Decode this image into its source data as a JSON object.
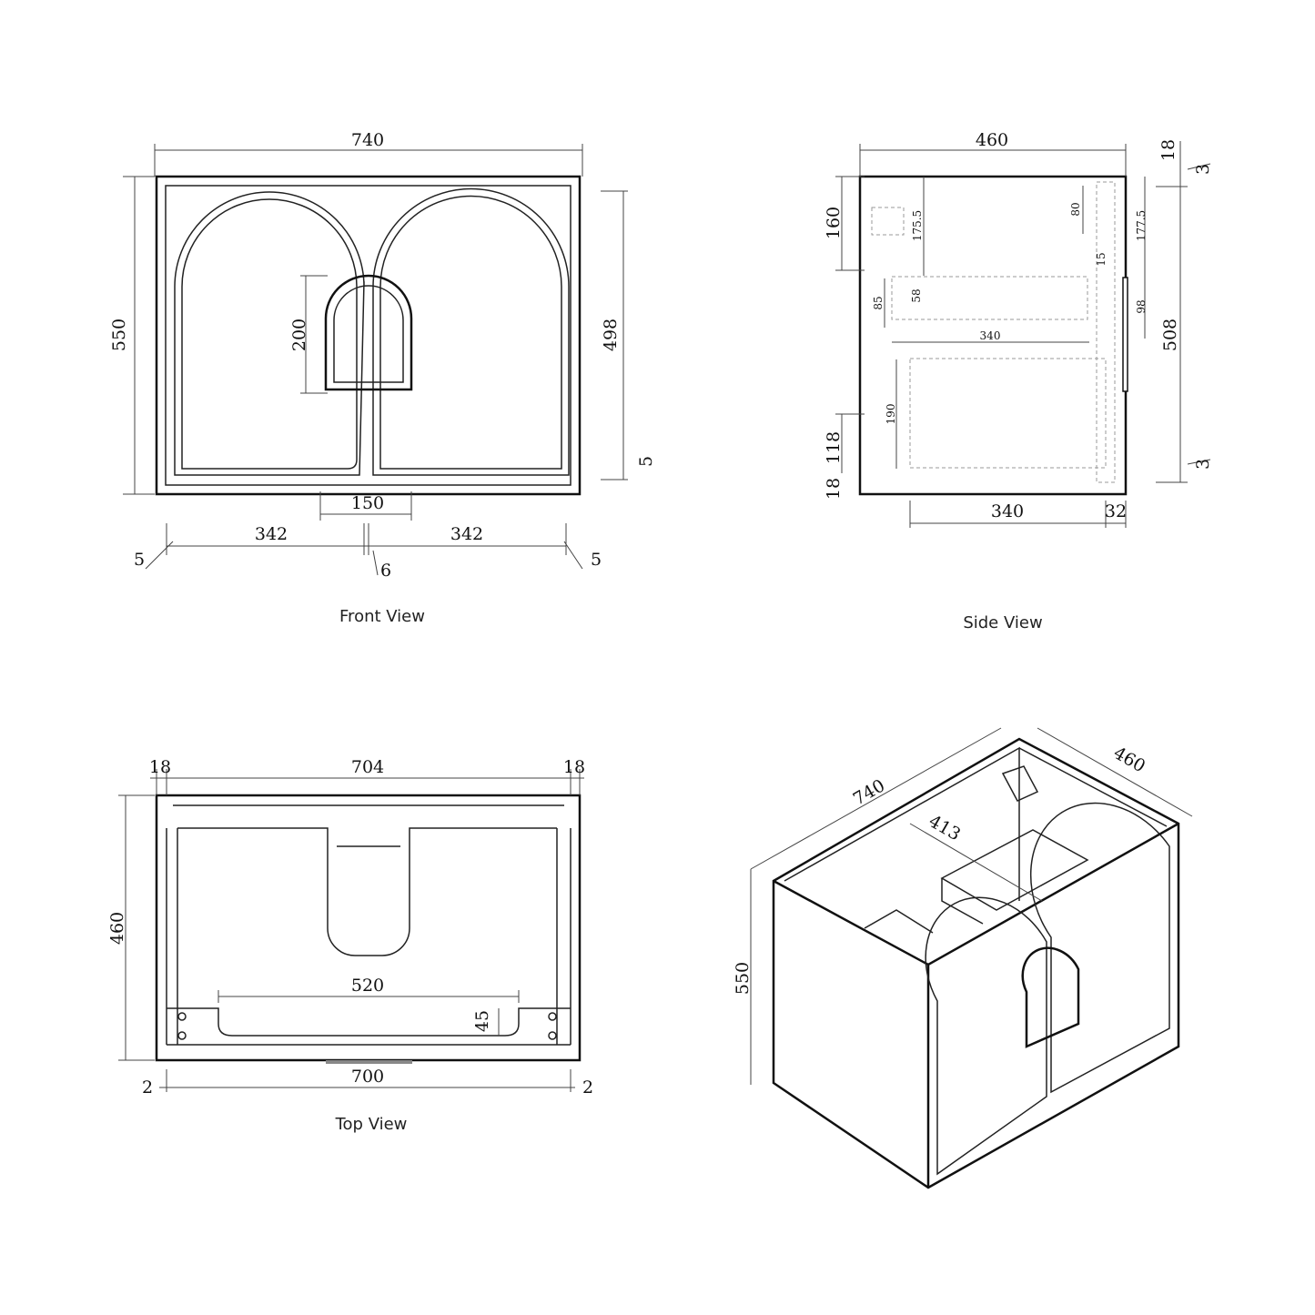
{
  "front_view": {
    "caption": "Front View",
    "width": "740",
    "height": "550",
    "inner_height": "498",
    "bottom_gap": "5",
    "handle_height": "200",
    "handle_width": "150",
    "door_left": "342",
    "door_right": "342",
    "gap_left": "5",
    "gap_center": "6",
    "gap_right": "5"
  },
  "side_view": {
    "caption": "Side View",
    "depth": "460",
    "top_bracket": "160",
    "bottom_bracket": "118",
    "bottom_panel": "18",
    "drawer_top": "175.5",
    "hinge": "80",
    "right_top": "177.5",
    "inset": "15",
    "drawer_height": "85",
    "drawer_inner": "58",
    "drawer_depth": "340",
    "handle": "98",
    "door_height": "508",
    "lower_drawer": "190",
    "bottom_depth": "340",
    "door_thickness": "32",
    "top_panel": "18",
    "top_gap": "3",
    "bottom_gap": "3"
  },
  "top_view": {
    "caption": "Top View",
    "side_left": "18",
    "inner_width": "704",
    "side_right": "18",
    "depth": "460",
    "cutout_width": "520",
    "cutout_depth": "45",
    "door_width": "700",
    "gap_left": "2",
    "gap_right": "2"
  },
  "iso_view": {
    "width": "740",
    "depth": "460",
    "inner_depth": "413",
    "height": "550"
  }
}
